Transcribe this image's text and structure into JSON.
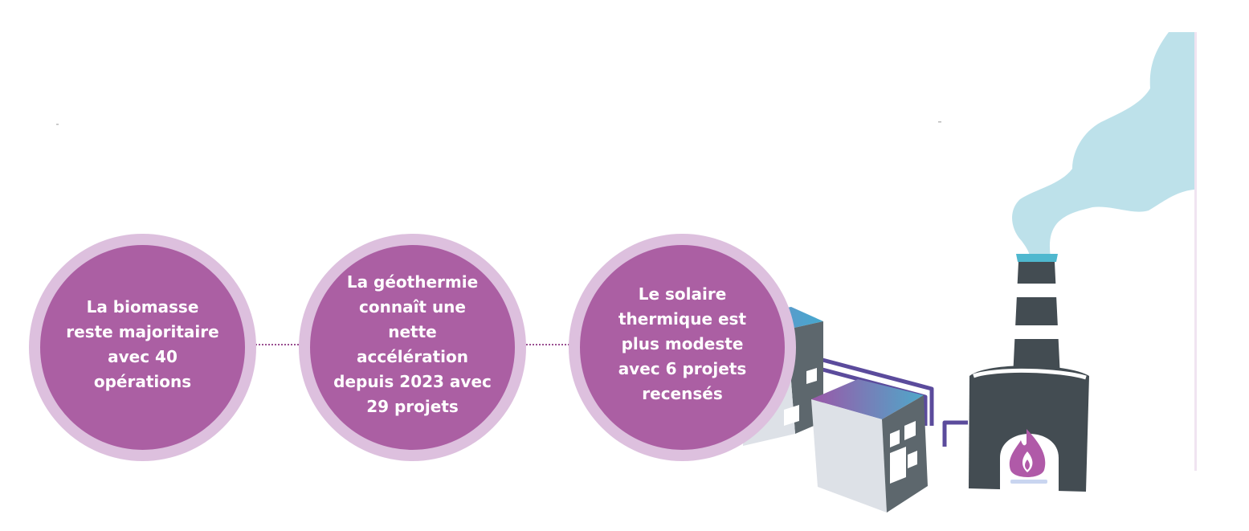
{
  "stats": [
    {
      "text": "La biomasse reste majoritaire avec 40 opérations"
    },
    {
      "text": "La géothermie connaît une nette accélération depuis 2023 avec 29 projets"
    },
    {
      "text": "Le solaire thermique est plus modeste avec 6 projets recensés"
    }
  ],
  "colors": {
    "circle_fill": "#ab5fa3",
    "circle_ring": "#ddc0de",
    "smoke": "#bde1ea",
    "building_dark": "#5d676d",
    "building_light": "#dde1e7",
    "chimney": "#434c52",
    "pipe": "#5b4b9c",
    "flame": "#b05aa8"
  },
  "icons": [
    "heating-plant-icon",
    "flame-icon",
    "smoke-cloud",
    "building-icon"
  ]
}
